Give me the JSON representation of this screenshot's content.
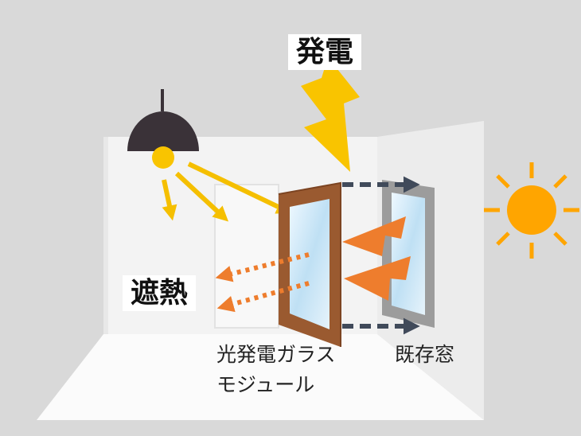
{
  "labels": {
    "power_generation": "発電",
    "heat_shield": "遮熱",
    "module_line1": "光発電ガラス",
    "module_line2": "モジュール",
    "existing_window": "既存窓"
  },
  "colors": {
    "background": "#d9d9d9",
    "room_wall": "#f4f4f4",
    "floor": "#fbfbfb",
    "light_arrow": "#f5bf00",
    "bolt": "#f9c400",
    "heat_arrow": "#ee7d2d",
    "dashed_arrow": "#404a5a",
    "wood_frame": "#9a5a30",
    "silver_frame": "#9a9a9a",
    "glass": "#cfe8f7",
    "sun": "#ffa500",
    "lamp_shade": "#3a3238"
  },
  "icons": [
    "ceiling-lamp-icon",
    "lightning-bolt-icon",
    "sun-icon"
  ]
}
